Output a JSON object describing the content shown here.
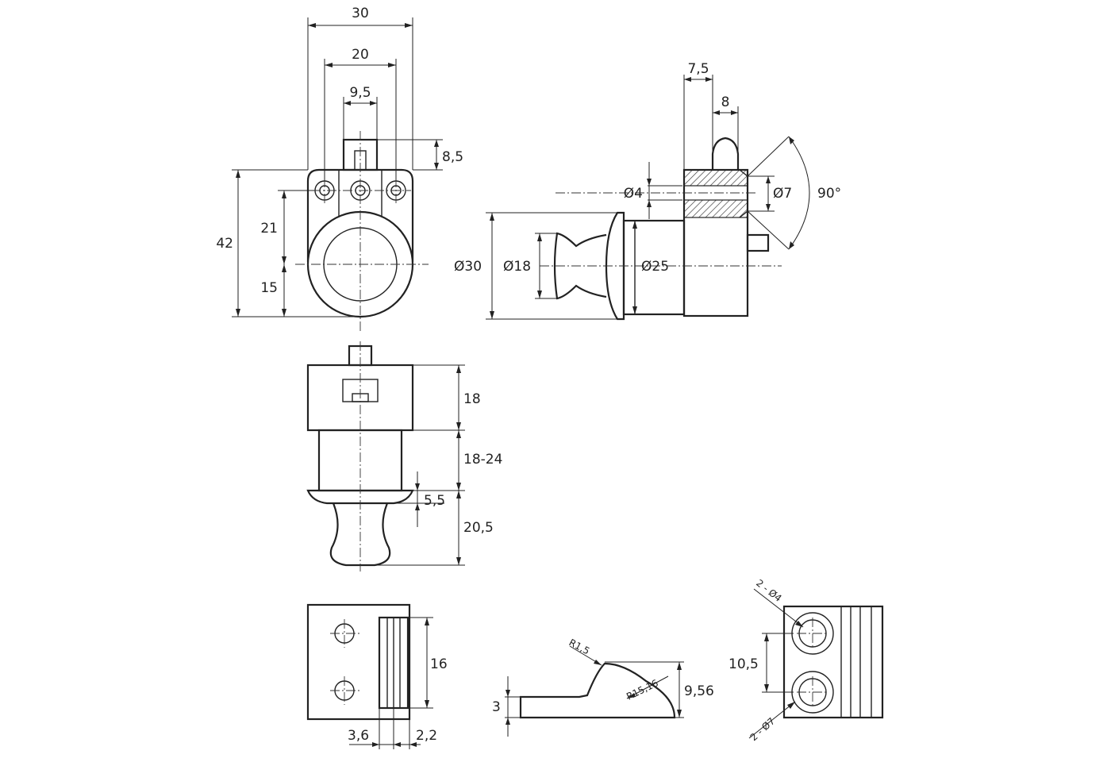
{
  "front_view": {
    "width_overall": "30",
    "hole_spacing": "20",
    "bolt_width": "9,5",
    "bolt_protrusion": "8,5",
    "height_overall": "42",
    "hole_to_center": "21",
    "center_to_bottom": "15"
  },
  "side_view": {
    "bolt_offset": "7,5",
    "bolt_length": "8",
    "hole_small": "Ø4",
    "hole_counterbore": "Ø7",
    "countersink_angle": "90°",
    "flange_diameter": "Ø30",
    "knob_diameter": "Ø18",
    "body_diameter": "Ø25"
  },
  "bottom_view": {
    "housing_height": "18",
    "panel_thickness": "18-24",
    "flange_thickness": "5,5",
    "knob_height": "20,5"
  },
  "strike_plate": {
    "slot_height": "16",
    "offset_a": "3,6",
    "offset_b": "2,2"
  },
  "strike_profile": {
    "radius_tip": "R1,5",
    "radius_curve": "R15,16",
    "base_thickness": "3",
    "total_height": "9,56"
  },
  "strike_holes": {
    "hole_spec_small": "2 - Ø4",
    "hole_spec_large": "2 - Ø7",
    "hole_pitch": "10,5"
  }
}
